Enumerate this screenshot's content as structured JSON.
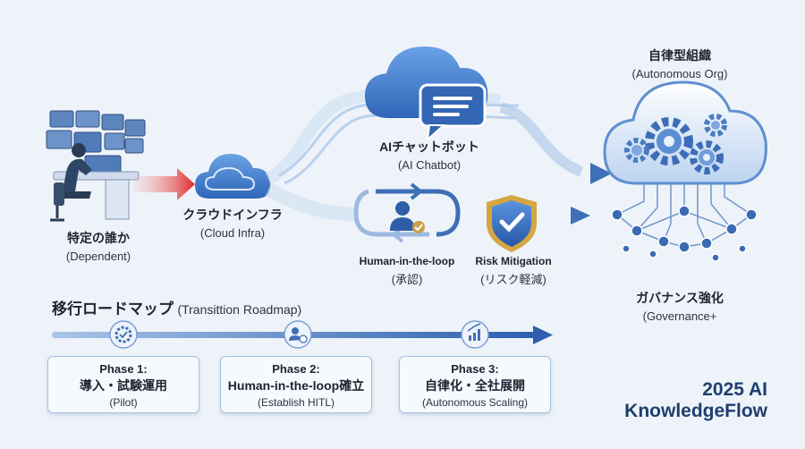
{
  "nodes": {
    "dependent": {
      "ja": "特定の誰か",
      "en": "(Dependent)"
    },
    "cloud_infra": {
      "ja": "クラウドインフラ",
      "en": "(Cloud Infra)"
    },
    "chatbot": {
      "ja": "AIチャットボット",
      "en": "(AI Chatbot)"
    },
    "hitl": {
      "ja": "Human-in-the-loop",
      "en": "(承認)"
    },
    "risk": {
      "ja": "Risk Mitigation",
      "en": "(リスク軽減)"
    },
    "autonomous_org": {
      "ja": "自律型組織",
      "en": "(Autonomous Org)"
    },
    "governance": {
      "ja": "ガバナンス強化",
      "en": "(Governance+"
    }
  },
  "roadmap": {
    "title": "移行ロードマップ",
    "title_en": "(Transittion Roadmap)",
    "phases": [
      {
        "phase": "Phase 1:",
        "ja": "導入・試験運用",
        "en": "(Pilot)",
        "icon": "gear-check-icon"
      },
      {
        "phase": "Phase 2:",
        "ja": "Human-in-the-loop確立",
        "en": "(Establish HITL)",
        "icon": "user-check-icon"
      },
      {
        "phase": "Phase 3:",
        "ja": "自律化・全社展開",
        "en": "(Autonomous Scaling)",
        "icon": "growth-chart-icon"
      }
    ]
  },
  "brand": {
    "line1": "2025 AI",
    "line2": "KnowledgeFlow"
  },
  "colors": {
    "accent": "#3f6fb6",
    "arrow_red": "#e03a3a",
    "dark_blue": "#1e3e6e",
    "shield_gold": "#d4a642"
  }
}
